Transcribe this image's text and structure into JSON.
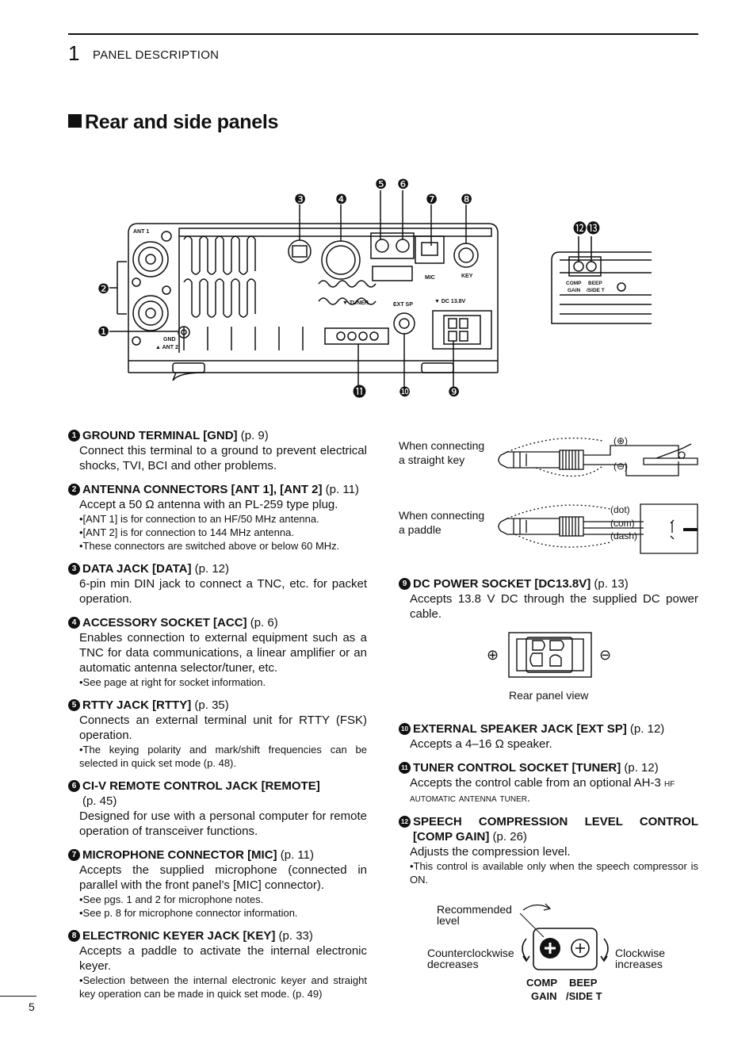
{
  "header": {
    "chapter_number": "1",
    "chapter_title": "PANEL DESCRIPTION",
    "section_title": "Rear and side panels"
  },
  "diagram": {
    "callouts": [
      "❶",
      "❷",
      "❸",
      "❹",
      "❺",
      "❻",
      "❼",
      "❽",
      "❾",
      "❿",
      "⓫",
      "⓬",
      "⓭"
    ],
    "labels": {
      "ant1": "ANT 1",
      "ant2": "▲ ANT 2",
      "gnd": "GND",
      "tuner": "▼ TUNER",
      "extsp": "EXT SP",
      "dc": "▼ DC 13.8V",
      "mic": "MIC",
      "key": "KEY",
      "comp": "COMP",
      "gain": "GAIN",
      "beep": "BEEP",
      "sidet": "/SIDE T"
    }
  },
  "items_left": [
    {
      "num": "1",
      "title": "GROUND TERMINAL [GND]",
      "ref": " (p. 9)",
      "desc": "Connect this terminal to a ground to prevent electrical shocks, TVI, BCI and other problems.",
      "bullets": []
    },
    {
      "num": "2",
      "title": "ANTENNA CONNECTORS [ANT 1], [ANT 2]",
      "ref": " (p. 11)",
      "desc": "Accept a 50 Ω antenna with an PL-259 type plug.",
      "bullets": [
        "•[ANT 1] is for connection to an HF/50 MHz antenna.",
        "•[ANT 2] is for connection to 144 MHz antenna.",
        "•These connectors are switched above or below 60 MHz."
      ]
    },
    {
      "num": "3",
      "title": "DATA JACK [DATA]",
      "ref": " (p. 12)",
      "desc": "6-pin min DIN jack to connect a TNC, etc. for packet operation.",
      "bullets": []
    },
    {
      "num": "4",
      "title": "ACCESSORY SOCKET [ACC]",
      "ref": " (p. 6)",
      "desc": "Enables connection to external equipment such as a TNC for data communications, a linear amplifier or an automatic antenna selector/tuner, etc.",
      "bullets": [
        "•See page at right for socket information."
      ]
    },
    {
      "num": "5",
      "title": "RTTY JACK [RTTY]",
      "ref": " (p. 35)",
      "desc": "Connects an external terminal unit for RTTY (FSK) operation.",
      "bullets": [
        "•The keying polarity and mark/shift frequencies can be selected in quick set mode (p. 48)."
      ]
    },
    {
      "num": "6",
      "title": "CI-V REMOTE CONTROL JACK [REMOTE]",
      "ref": " (p. 45)",
      "desc": "Designed for use with a personal computer for remote operation of transceiver functions.",
      "bullets": []
    },
    {
      "num": "7",
      "title": "MICROPHONE CONNECTOR [MIC]",
      "ref": " (p. 11)",
      "desc": "Accepts the supplied microphone (connected in parallel with the front panel’s [MIC] connector).",
      "bullets": [
        "•See pgs. 1 and 2 for microphone notes.",
        "•See p. 8 for microphone connector information."
      ]
    },
    {
      "num": "8",
      "title": "ELECTRONIC KEYER JACK [KEY]",
      "ref": " (p. 33)",
      "desc": "Accepts a paddle to activate the internal electronic keyer.",
      "bullets": [
        "•Selection between the internal electronic keyer and straight key operation can be made in quick set mode. (p. 49)"
      ]
    }
  ],
  "key_figure": {
    "straight_label_1": "When connecting",
    "straight_label_2": "a straight key",
    "plus": "(⊕)",
    "minus": "(⊖)",
    "paddle_label_1": "When connecting",
    "paddle_label_2": "a paddle",
    "dot": "(dot)",
    "com": "(com)",
    "dash": "(dash)"
  },
  "items_right": [
    {
      "num": "9",
      "title": "DC POWER SOCKET [DC13.8V]",
      "ref": " (p. 13)",
      "desc": "Accepts 13.8 V DC through the supplied DC power cable.",
      "bullets": []
    },
    {
      "num": "10",
      "title": "EXTERNAL SPEAKER JACK [EXT SP]",
      "ref": " (p. 12)",
      "desc": "Accepts a 4–16 Ω speaker.",
      "bullets": []
    },
    {
      "num": "11",
      "title": "TUNER CONTROL SOCKET [TUNER]",
      "ref": " (p. 12)",
      "desc": "Accepts the control cable from an optional AH-3 ",
      "desc_sc": "hf automatic antenna tuner.",
      "bullets": []
    },
    {
      "num": "12",
      "title": "SPEECH COMPRESSION LEVEL CONTROL [COMP GAIN]",
      "ref": " (p. 26)",
      "desc": "Adjusts the compression level.",
      "bullets": [
        "•This control is available only when the speech compressor is ON."
      ]
    }
  ],
  "dc_figure": {
    "caption": "Rear panel view",
    "plus": "⊕",
    "minus": "⊖"
  },
  "comp_figure": {
    "recommended_1": "Recommended",
    "recommended_2": "level",
    "ccw_1": "Counterclockwise",
    "ccw_2": "decreases",
    "cw_1": "Clockwise",
    "cw_2": "increases",
    "comp": "COMP",
    "gain": "GAIN",
    "beep": "BEEP",
    "sidet": "/SIDE T"
  },
  "footer": {
    "page_number": "5"
  }
}
